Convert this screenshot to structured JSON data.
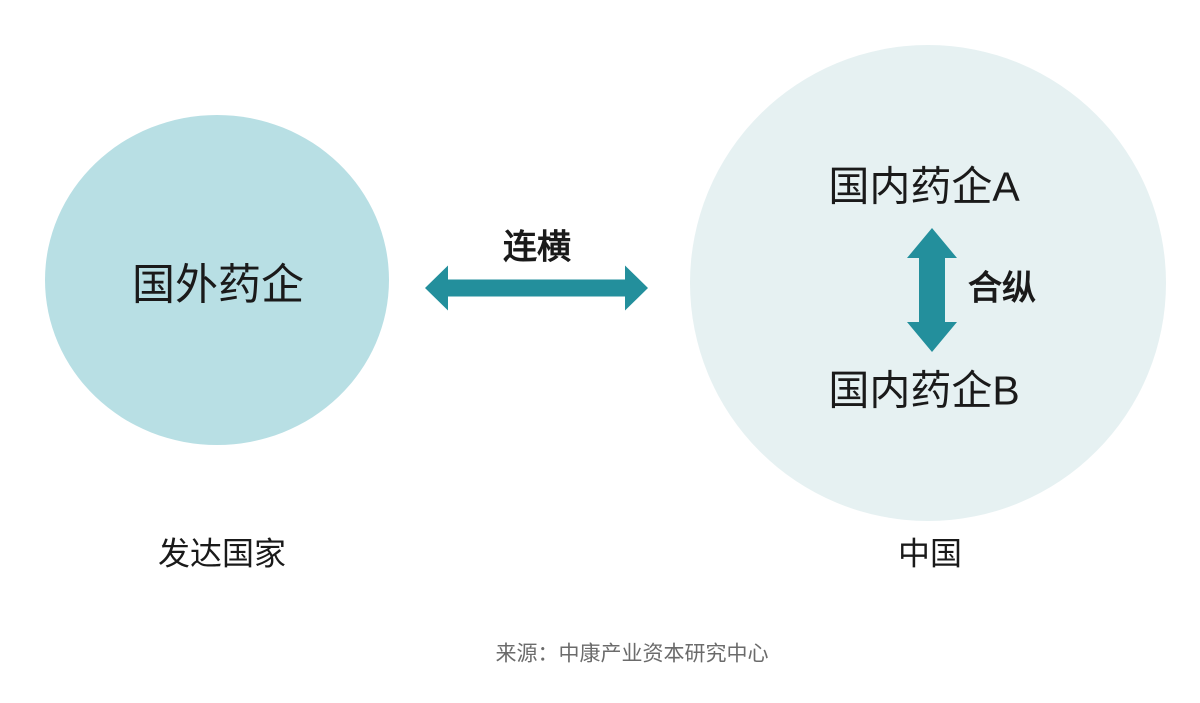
{
  "diagram": {
    "left_group": {
      "circle_label": "国外药企",
      "region_label": "发达国家"
    },
    "right_group": {
      "node_a_label": "国内药企A",
      "node_b_label": "国内药企B",
      "vertical_arrow_label": "合纵",
      "region_label": "中国"
    },
    "horizontal_arrow_label": "连横",
    "source": "来源：中康产业资本研究中心"
  },
  "colors": {
    "left_circle": "#b8dfe4",
    "right_circle": "#e6f1f2",
    "arrow": "#238f9c",
    "text": "#1a1a1a",
    "source_text": "#6b6b6b"
  }
}
